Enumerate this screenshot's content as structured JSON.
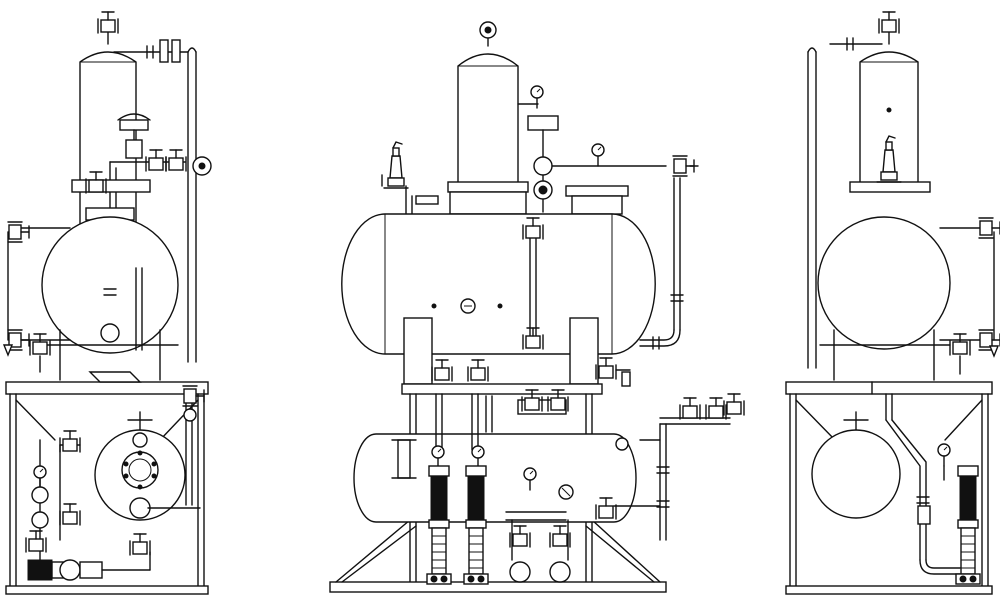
{
  "figure": {
    "views": [
      {
        "id": "left-side-view"
      },
      {
        "id": "front-view"
      },
      {
        "id": "right-side-view"
      }
    ],
    "colors": {
      "line": "#111111",
      "background": "#ffffff"
    },
    "icons": [
      "gate-valve-icon",
      "pressure-gauge-icon",
      "safety-valve-icon",
      "flange-icon",
      "vertical-pump-icon",
      "motor-icon"
    ]
  }
}
